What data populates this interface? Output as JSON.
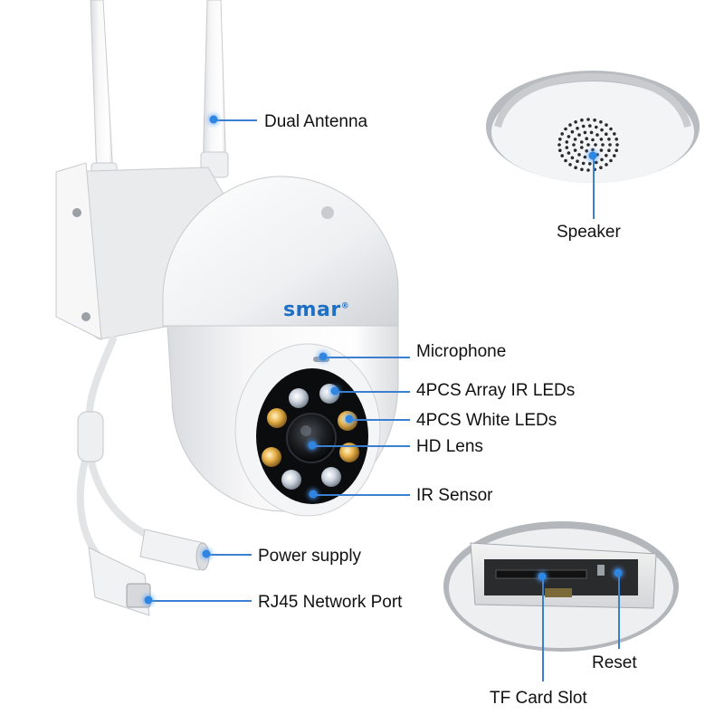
{
  "brand": "smar",
  "brand_mark": "®",
  "callouts": {
    "dual_antenna": "Dual Antenna",
    "speaker": "Speaker",
    "microphone": "Microphone",
    "ir_leds": "4PCS Array IR LEDs",
    "white_leds": "4PCS White LEDs",
    "hd_lens": "HD Lens",
    "ir_sensor": "IR Sensor",
    "power_supply": "Power supply",
    "rj45": "RJ45 Network Port",
    "reset": "Reset",
    "tf_card_slot": "TF Card Slot"
  },
  "colors": {
    "leader": "#3a7fd0",
    "dot": "#2f86e0",
    "brand": "#1f6fc4",
    "ir_led": "#cfd6e0",
    "white_led": "#e8b24a"
  }
}
